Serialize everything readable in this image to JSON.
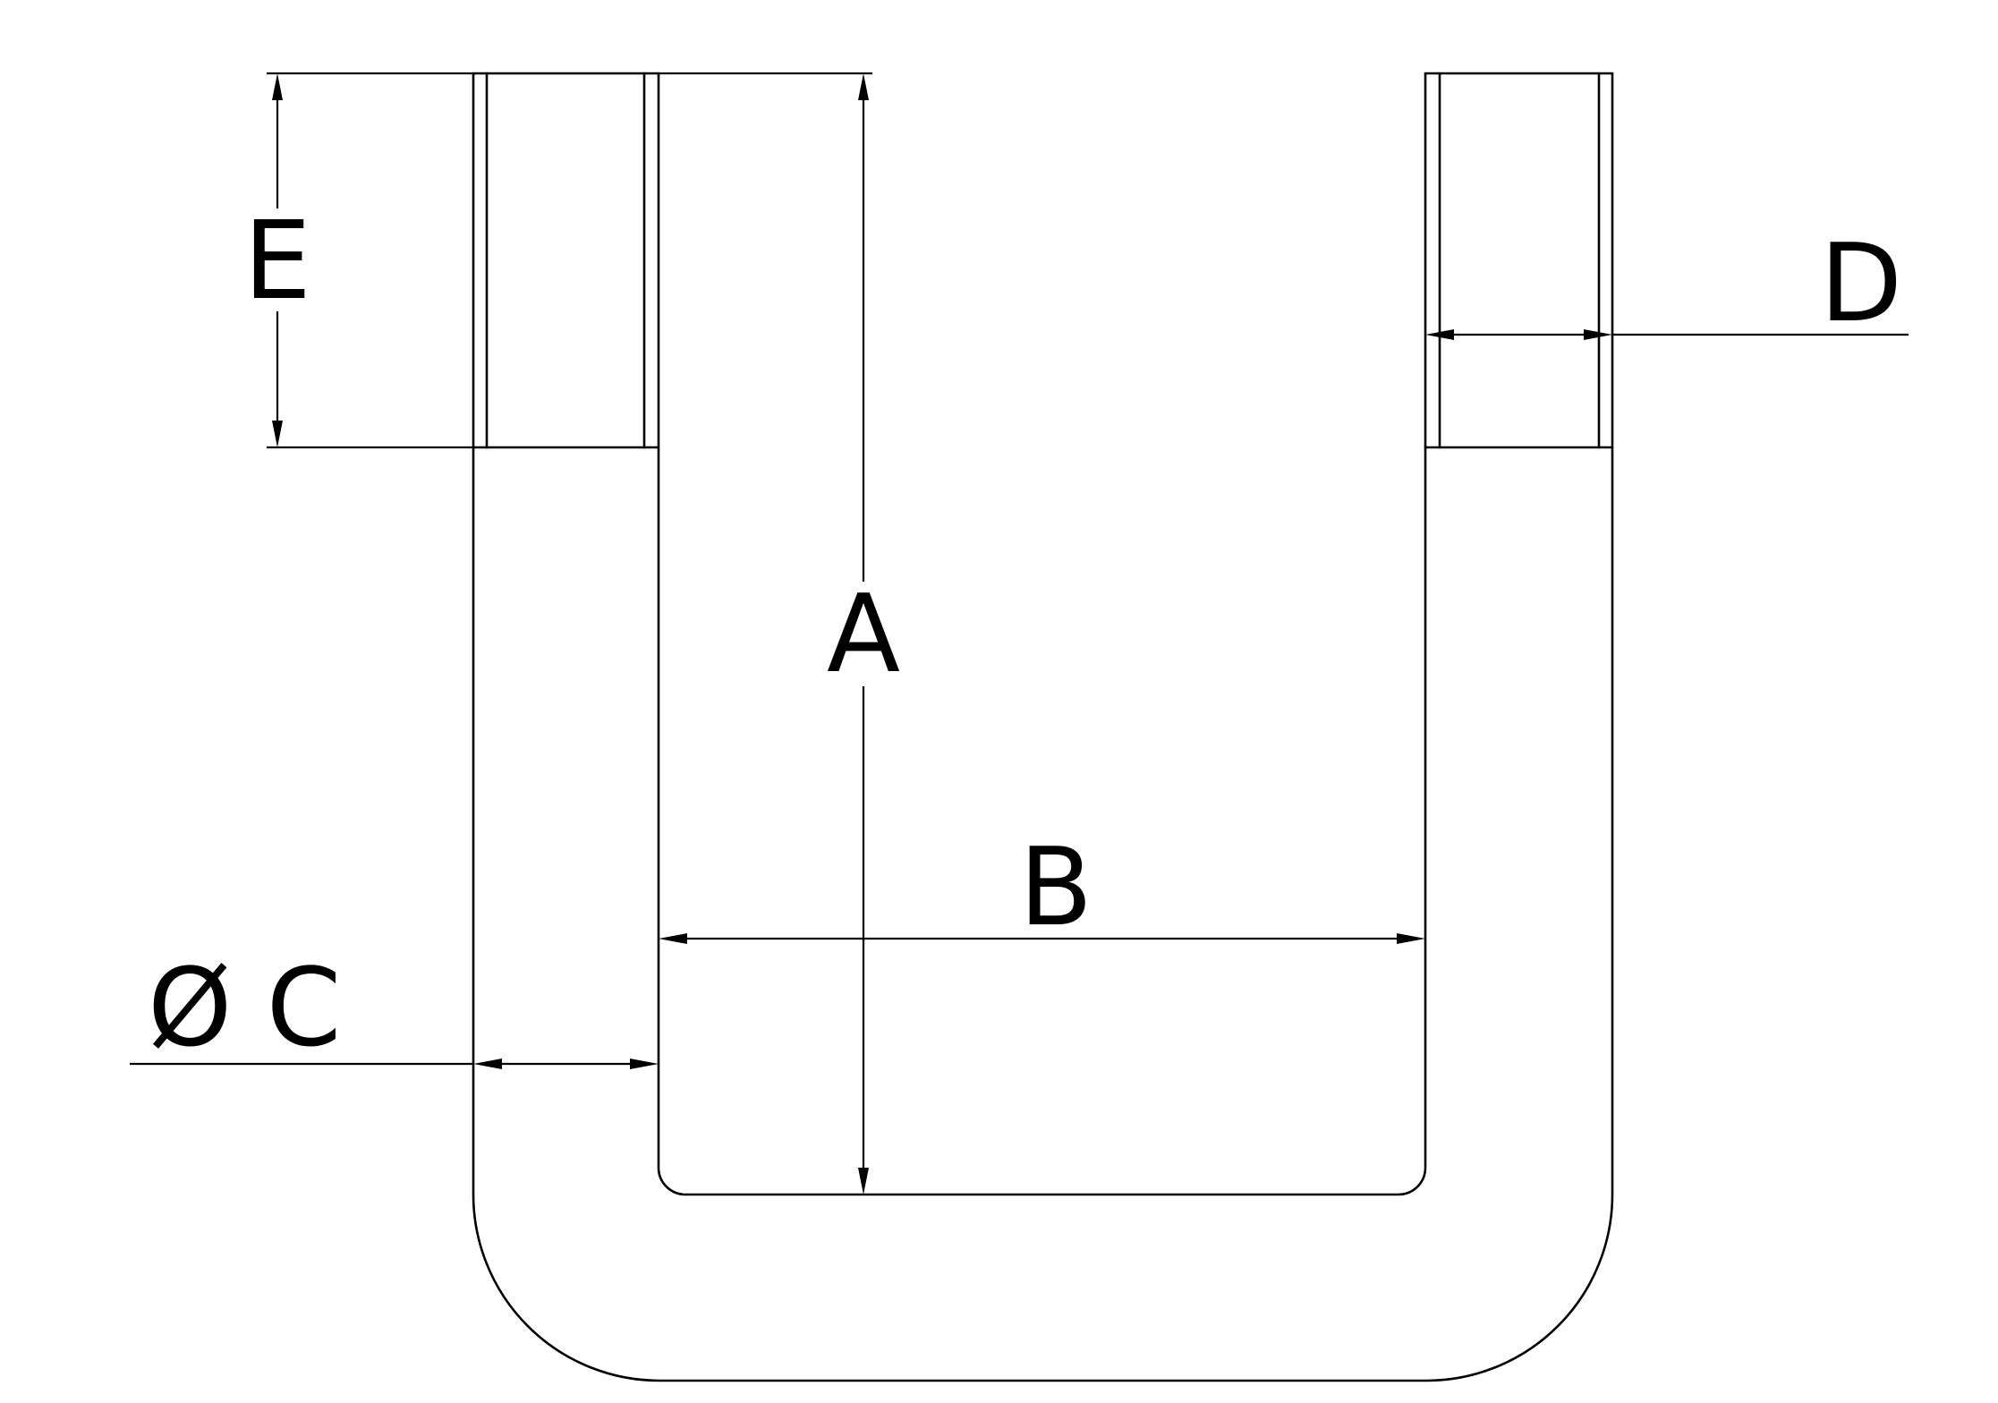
{
  "diagram": {
    "labels": {
      "a": "A",
      "b": "B",
      "c": "Ø C",
      "d": "D",
      "e": "E"
    },
    "colors": {
      "line": "#000000",
      "background": "#ffffff"
    }
  }
}
